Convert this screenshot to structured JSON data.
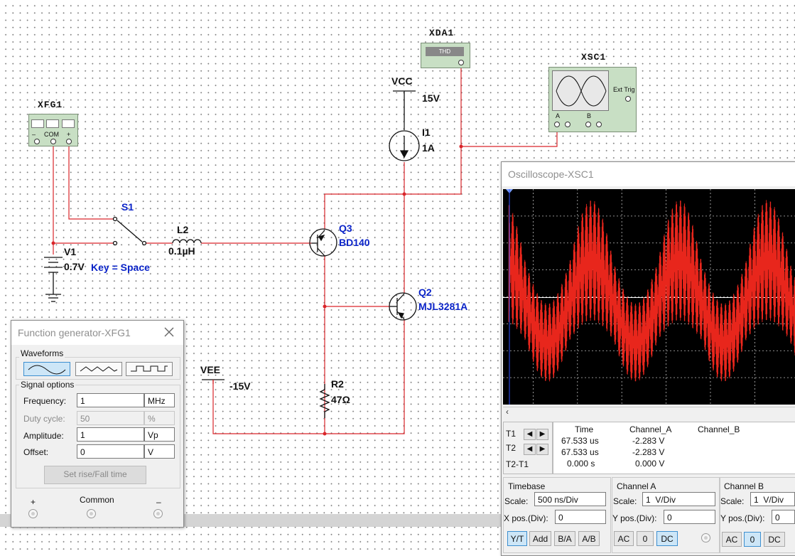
{
  "schematic": {
    "instruments": {
      "xfg1": {
        "name": "XFG1",
        "terminal_labels": {
          "minus": "–",
          "com": "COM",
          "plus": "+"
        }
      },
      "xda1": {
        "name": "XDA1",
        "display": "THD"
      },
      "xsc1": {
        "name": "XSC1",
        "ext_trig": "Ext Trig",
        "a": "A",
        "b": "B"
      }
    },
    "components": {
      "vcc": {
        "name": "VCC",
        "value": "15V"
      },
      "i1": {
        "name": "I1",
        "value": "1A"
      },
      "s1": {
        "name": "S1",
        "key": "Key = Space"
      },
      "l2": {
        "name": "L2",
        "value": "0.1µH"
      },
      "v1": {
        "name": "V1",
        "value": "0.7V"
      },
      "q3": {
        "name": "Q3",
        "model": "BD140"
      },
      "q2": {
        "name": "Q2",
        "model": "MJL3281A"
      },
      "vee": {
        "name": "VEE",
        "value": "-15V"
      },
      "r2": {
        "name": "R2",
        "value": "47Ω"
      }
    },
    "colors": {
      "wire": "#d9252a",
      "component": "#111111",
      "label": "#0a23c8"
    }
  },
  "function_generator": {
    "title": "Function generator-XFG1",
    "waveforms_label": "Waveforms",
    "waveforms": [
      {
        "icon": "sine-wave-icon",
        "active": true
      },
      {
        "icon": "triangle-wave-icon",
        "active": false
      },
      {
        "icon": "square-wave-icon",
        "active": false
      }
    ],
    "signal_options_label": "Signal options",
    "fields": {
      "frequency": {
        "label": "Frequency:",
        "value": "1",
        "unit": "MHz"
      },
      "duty_cycle": {
        "label": "Duty cycle:",
        "value": "50",
        "unit": "%"
      },
      "amplitude": {
        "label": "Amplitude:",
        "value": "1",
        "unit": "Vp"
      },
      "offset": {
        "label": "Offset:",
        "value": "0",
        "unit": "V"
      }
    },
    "rise_fall_button": "Set rise/Fall time",
    "terminals": {
      "plus": "+",
      "common": "Common",
      "minus": "–"
    }
  },
  "oscilloscope": {
    "title": "Oscilloscope-XSC1",
    "trace_color": "#e8261c",
    "readout": {
      "headers": {
        "time": "Time",
        "channel_a": "Channel_A",
        "channel_b": "Channel_B"
      },
      "rows": [
        {
          "label": "T1",
          "time": "67.533 us",
          "channel_a": "-2.283 V"
        },
        {
          "label": "T2",
          "time": "67.533 us",
          "channel_a": "-2.283 V"
        },
        {
          "label": "T2-T1",
          "time": "0.000 s",
          "channel_a": "0.000 V"
        }
      ]
    },
    "timebase": {
      "title": "Timebase",
      "scale_label": "Scale:",
      "scale": "500 ns/Div",
      "xpos_label": "X pos.(Div):",
      "xpos": "0",
      "buttons": [
        {
          "label": "Y/T",
          "active": true
        },
        {
          "label": "Add",
          "active": false
        },
        {
          "label": "B/A",
          "active": false
        },
        {
          "label": "A/B",
          "active": false
        }
      ]
    },
    "channel_a": {
      "title": "Channel A",
      "scale_label": "Scale:",
      "scale": "1  V/Div",
      "ypos_label": "Y pos.(Div):",
      "ypos": "0",
      "buttons": [
        {
          "label": "AC",
          "active": false
        },
        {
          "label": "0",
          "active": false
        },
        {
          "label": "DC",
          "active": true
        }
      ]
    },
    "channel_b": {
      "title": "Channel B",
      "scale_label": "Scale:",
      "scale": "1  V/Div",
      "ypos_label": "Y pos.(Div):",
      "ypos": "0",
      "buttons": [
        {
          "label": "AC",
          "active": false
        },
        {
          "label": "0",
          "active": true
        },
        {
          "label": "DC",
          "active": false
        }
      ]
    }
  }
}
